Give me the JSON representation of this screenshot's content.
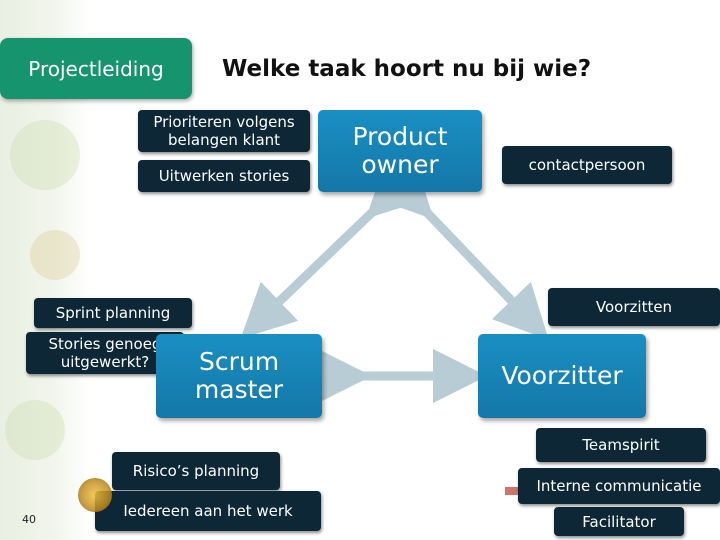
{
  "title": "Welke taak hoort nu bij wie?",
  "header_box": "Projectleiding",
  "roles": {
    "product_owner": "Product owner",
    "scrum_master": "Scrum master",
    "voorzitter": "Voorzitter"
  },
  "product_owner_tasks": [
    "Prioriteren volgens belangen klant",
    "Uitwerken stories"
  ],
  "product_owner_right": "contactpersoon",
  "scrum_master_tasks": [
    "Sprint planning",
    "Stories genoeg uitgewerkt?"
  ],
  "scrum_master_bottom": [
    "Risico’s planning",
    "Iedereen aan het werk"
  ],
  "voorzitter_tasks": [
    "Voorzitten",
    "Teamspirit",
    "Interne communicatie",
    "Facilitator"
  ],
  "page_number": "40",
  "colors": {
    "task_box": "#0d2736",
    "role_box": "#1a8fc2",
    "header_box": "#15946d",
    "arrow": "#b8ccd6"
  }
}
